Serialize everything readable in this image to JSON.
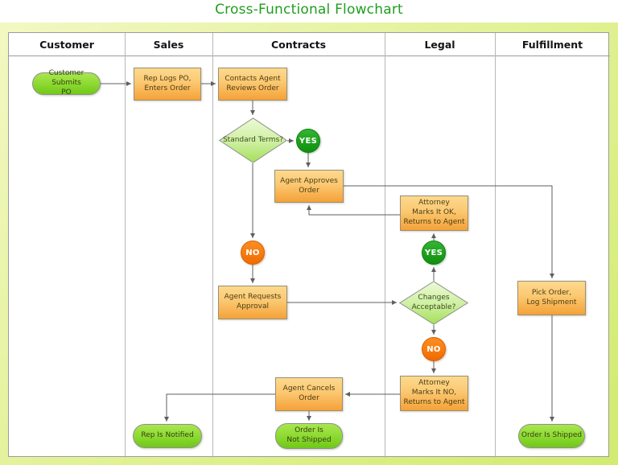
{
  "title": "Cross-Functional Flowchart",
  "colors": {
    "title_green": "#1f9e1f",
    "background_yellow_green": "#d2eb70",
    "process_orange_top": "#fdd98e",
    "process_orange_bottom": "#f5a137",
    "terminator_green_top": "#a9e74f",
    "terminator_green_bottom": "#70c818",
    "decision_green_top": "#edfad6",
    "decision_green_bottom": "#a5df58",
    "yes_circle_green": "#1da01d",
    "no_circle_orange": "#f67c10",
    "connector_gray": "#5f5f5f"
  },
  "lanes": {
    "customer": "Customer",
    "sales": "Sales",
    "contracts": "Contracts",
    "legal": "Legal",
    "fulfillment": "Fulfillment"
  },
  "nodes": {
    "customer_submits_po": "Customer Submits\nPO",
    "rep_logs_po": "Rep Logs PO,\nEnters Order",
    "contacts_agent": "Contacts Agent\nReviews Order",
    "standard_terms": "Standard Terms?",
    "yes_standard": "YES",
    "no_standard": "NO",
    "agent_approves": "Agent Approves\nOrder",
    "attorney_ok": "Attorney\nMarks It OK,\nReturns to Agent",
    "agent_requests": "Agent Requests\nApproval",
    "changes_acceptable": "Changes\nAcceptable?",
    "yes_changes": "YES",
    "no_changes": "NO",
    "pick_order": "Pick Order,\nLog Shipment",
    "attorney_no": "Attorney\nMarks It NO,\nReturns to Agent",
    "agent_cancels": "Agent Cancels\nOrder",
    "rep_notified": "Rep Is Notified",
    "order_not_shipped": "Order Is\nNot Shipped",
    "order_shipped": "Order Is Shipped"
  },
  "edges": [
    {
      "from": "customer_submits_po",
      "to": "rep_logs_po"
    },
    {
      "from": "rep_logs_po",
      "to": "contacts_agent"
    },
    {
      "from": "contacts_agent",
      "to": "standard_terms"
    },
    {
      "from": "standard_terms",
      "to": "yes_standard"
    },
    {
      "from": "yes_standard",
      "to": "agent_approves"
    },
    {
      "from": "standard_terms",
      "to": "no_standard"
    },
    {
      "from": "no_standard",
      "to": "agent_requests"
    },
    {
      "from": "agent_requests",
      "to": "changes_acceptable"
    },
    {
      "from": "changes_acceptable",
      "to": "yes_changes"
    },
    {
      "from": "yes_changes",
      "to": "attorney_ok"
    },
    {
      "from": "attorney_ok",
      "to": "agent_approves"
    },
    {
      "from": "agent_approves",
      "to": "pick_order"
    },
    {
      "from": "changes_acceptable",
      "to": "no_changes"
    },
    {
      "from": "no_changes",
      "to": "attorney_no"
    },
    {
      "from": "attorney_no",
      "to": "agent_cancels"
    },
    {
      "from": "agent_cancels",
      "to": "rep_notified"
    },
    {
      "from": "agent_cancels",
      "to": "order_not_shipped"
    },
    {
      "from": "pick_order",
      "to": "order_shipped"
    }
  ]
}
